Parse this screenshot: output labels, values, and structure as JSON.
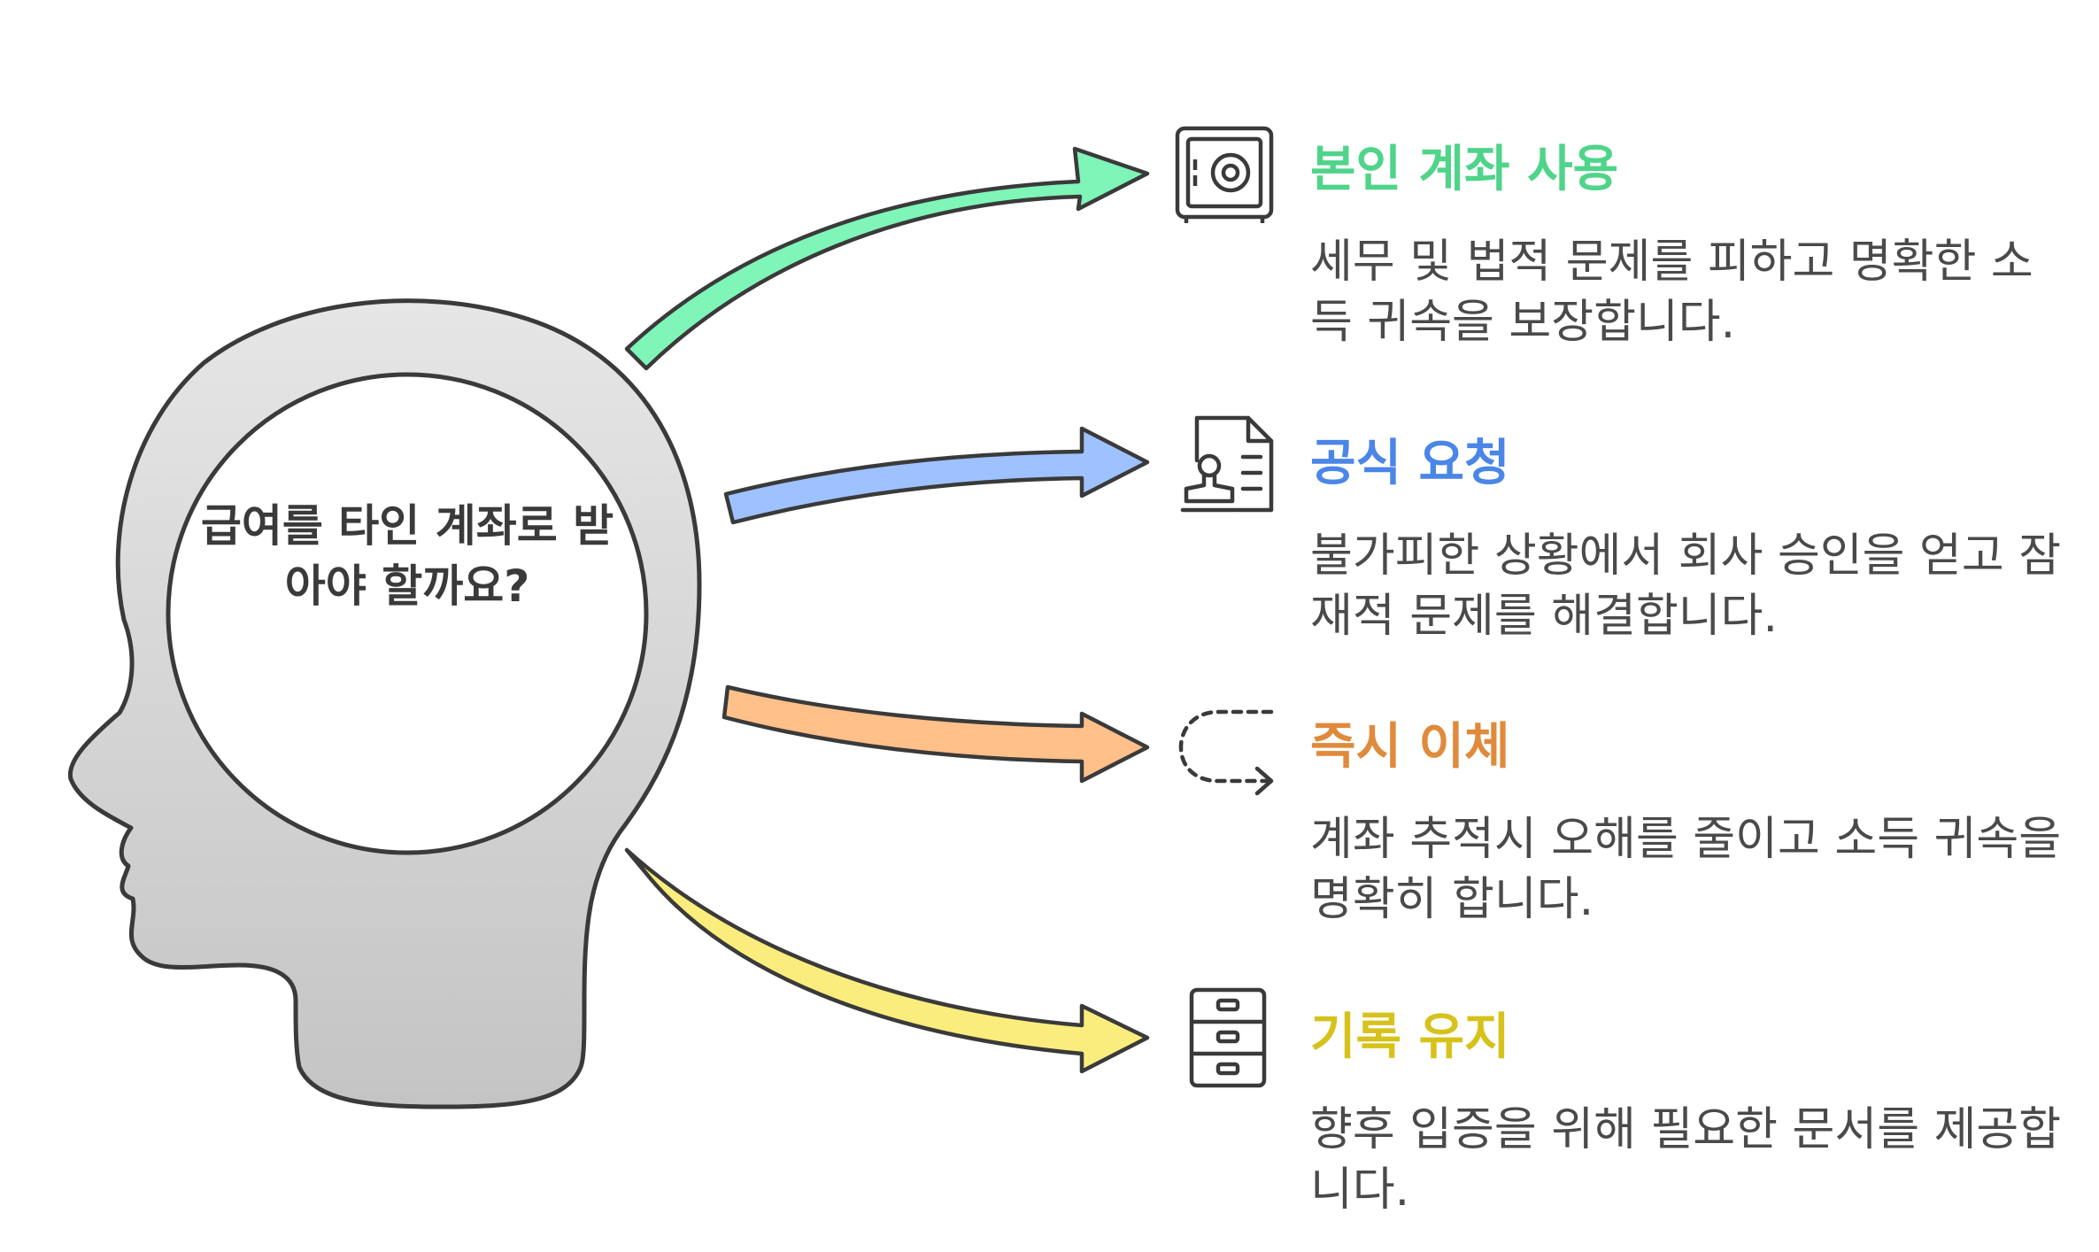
{
  "central": {
    "question": "급여를 타인 계좌로 받아야 할까요?"
  },
  "items": [
    {
      "title": "본인 계좌 사용",
      "description": "세무 및 법적 문제를 피하고 명확한 소득 귀속을 보장합니다.",
      "icon": "safe-icon",
      "color": "#4fd48a",
      "arrow_color": "#7ff5b8"
    },
    {
      "title": "공식 요청",
      "description": "불가피한 상황에서 회사 승인을 얻고 잠재적 문제를 해결합니다.",
      "icon": "document-stamp-icon",
      "color": "#4a86e8",
      "arrow_color": "#9ec2ff"
    },
    {
      "title": "즉시 이체",
      "description": "계좌 추적시 오해를 줄이고 소득 귀속을 명확히 합니다.",
      "icon": "dashed-transfer-arrow-icon",
      "color": "#e08a3c",
      "arrow_color": "#ffc08a"
    },
    {
      "title": "기록 유지",
      "description": "향후 입증을 위해 필요한 문서를 제공합니다.",
      "icon": "file-cabinet-icon",
      "color": "#d6c21a",
      "arrow_color": "#fbed7d"
    }
  ]
}
